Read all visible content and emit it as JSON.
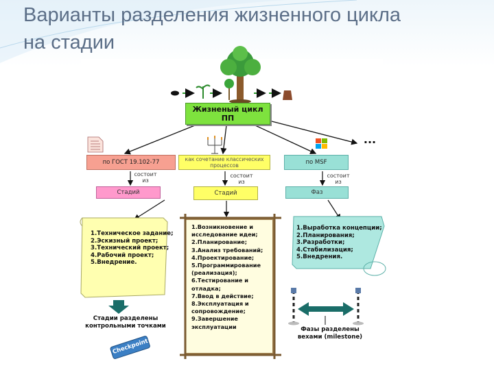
{
  "slide": {
    "title_line1": "Варианты разделения жизненного цикла",
    "title_line2": "на стадии"
  },
  "diagram": {
    "root": {
      "line1": "Жизненый цикл",
      "line2": "ПП"
    },
    "gost": {
      "label": "по ГОСТ 19.102-77",
      "consists": "состоит из",
      "unit": "Стадий"
    },
    "process": {
      "label": "как сочетание классических процессов",
      "consists": "состоит из",
      "unit": "Стадий"
    },
    "msf": {
      "label": "по MSF",
      "consists": "состоит из",
      "unit": "Фаз"
    },
    "ellipsis": "...",
    "gost_stages": [
      "1.Техническое задание;",
      "2.Эскизный проект;",
      "3.Технический проект;",
      "4.Рабочий проект;",
      "5.Внедрение."
    ],
    "process_stages": [
      "1.Возникновение и",
      "исследование идеи;",
      "2.Планирование;",
      "3.Анализ требований;",
      "4.Проектирование;",
      "5.Программирование",
      "(реализация);",
      "6.Тестирование и",
      "отладка;",
      "7.Ввод в действие;",
      "8.Эксплуатация и",
      "сопровождение;",
      "9.Завершение",
      "эксплуатации"
    ],
    "msf_phases": [
      "1.Выработка концепции;",
      "2.Планирования;",
      "3.Разработки;",
      "4.Стабилизация;",
      "5.Внедрения."
    ],
    "gost_note": {
      "line1": "Стадии разделены",
      "line2": "контрольными точками"
    },
    "checkpoint_badge": "Checkpoint",
    "msf_note": {
      "line1": "Фазы разделены",
      "line2": "вехами (milestone)"
    },
    "colors": {
      "green": "#7ee23e",
      "salmon": "#f7a091",
      "yellow": "#ffff66",
      "teal": "#99e0d6",
      "pink": "#ff99cc",
      "dark_teal": "#1a6d68",
      "wood": "#a08050"
    }
  }
}
